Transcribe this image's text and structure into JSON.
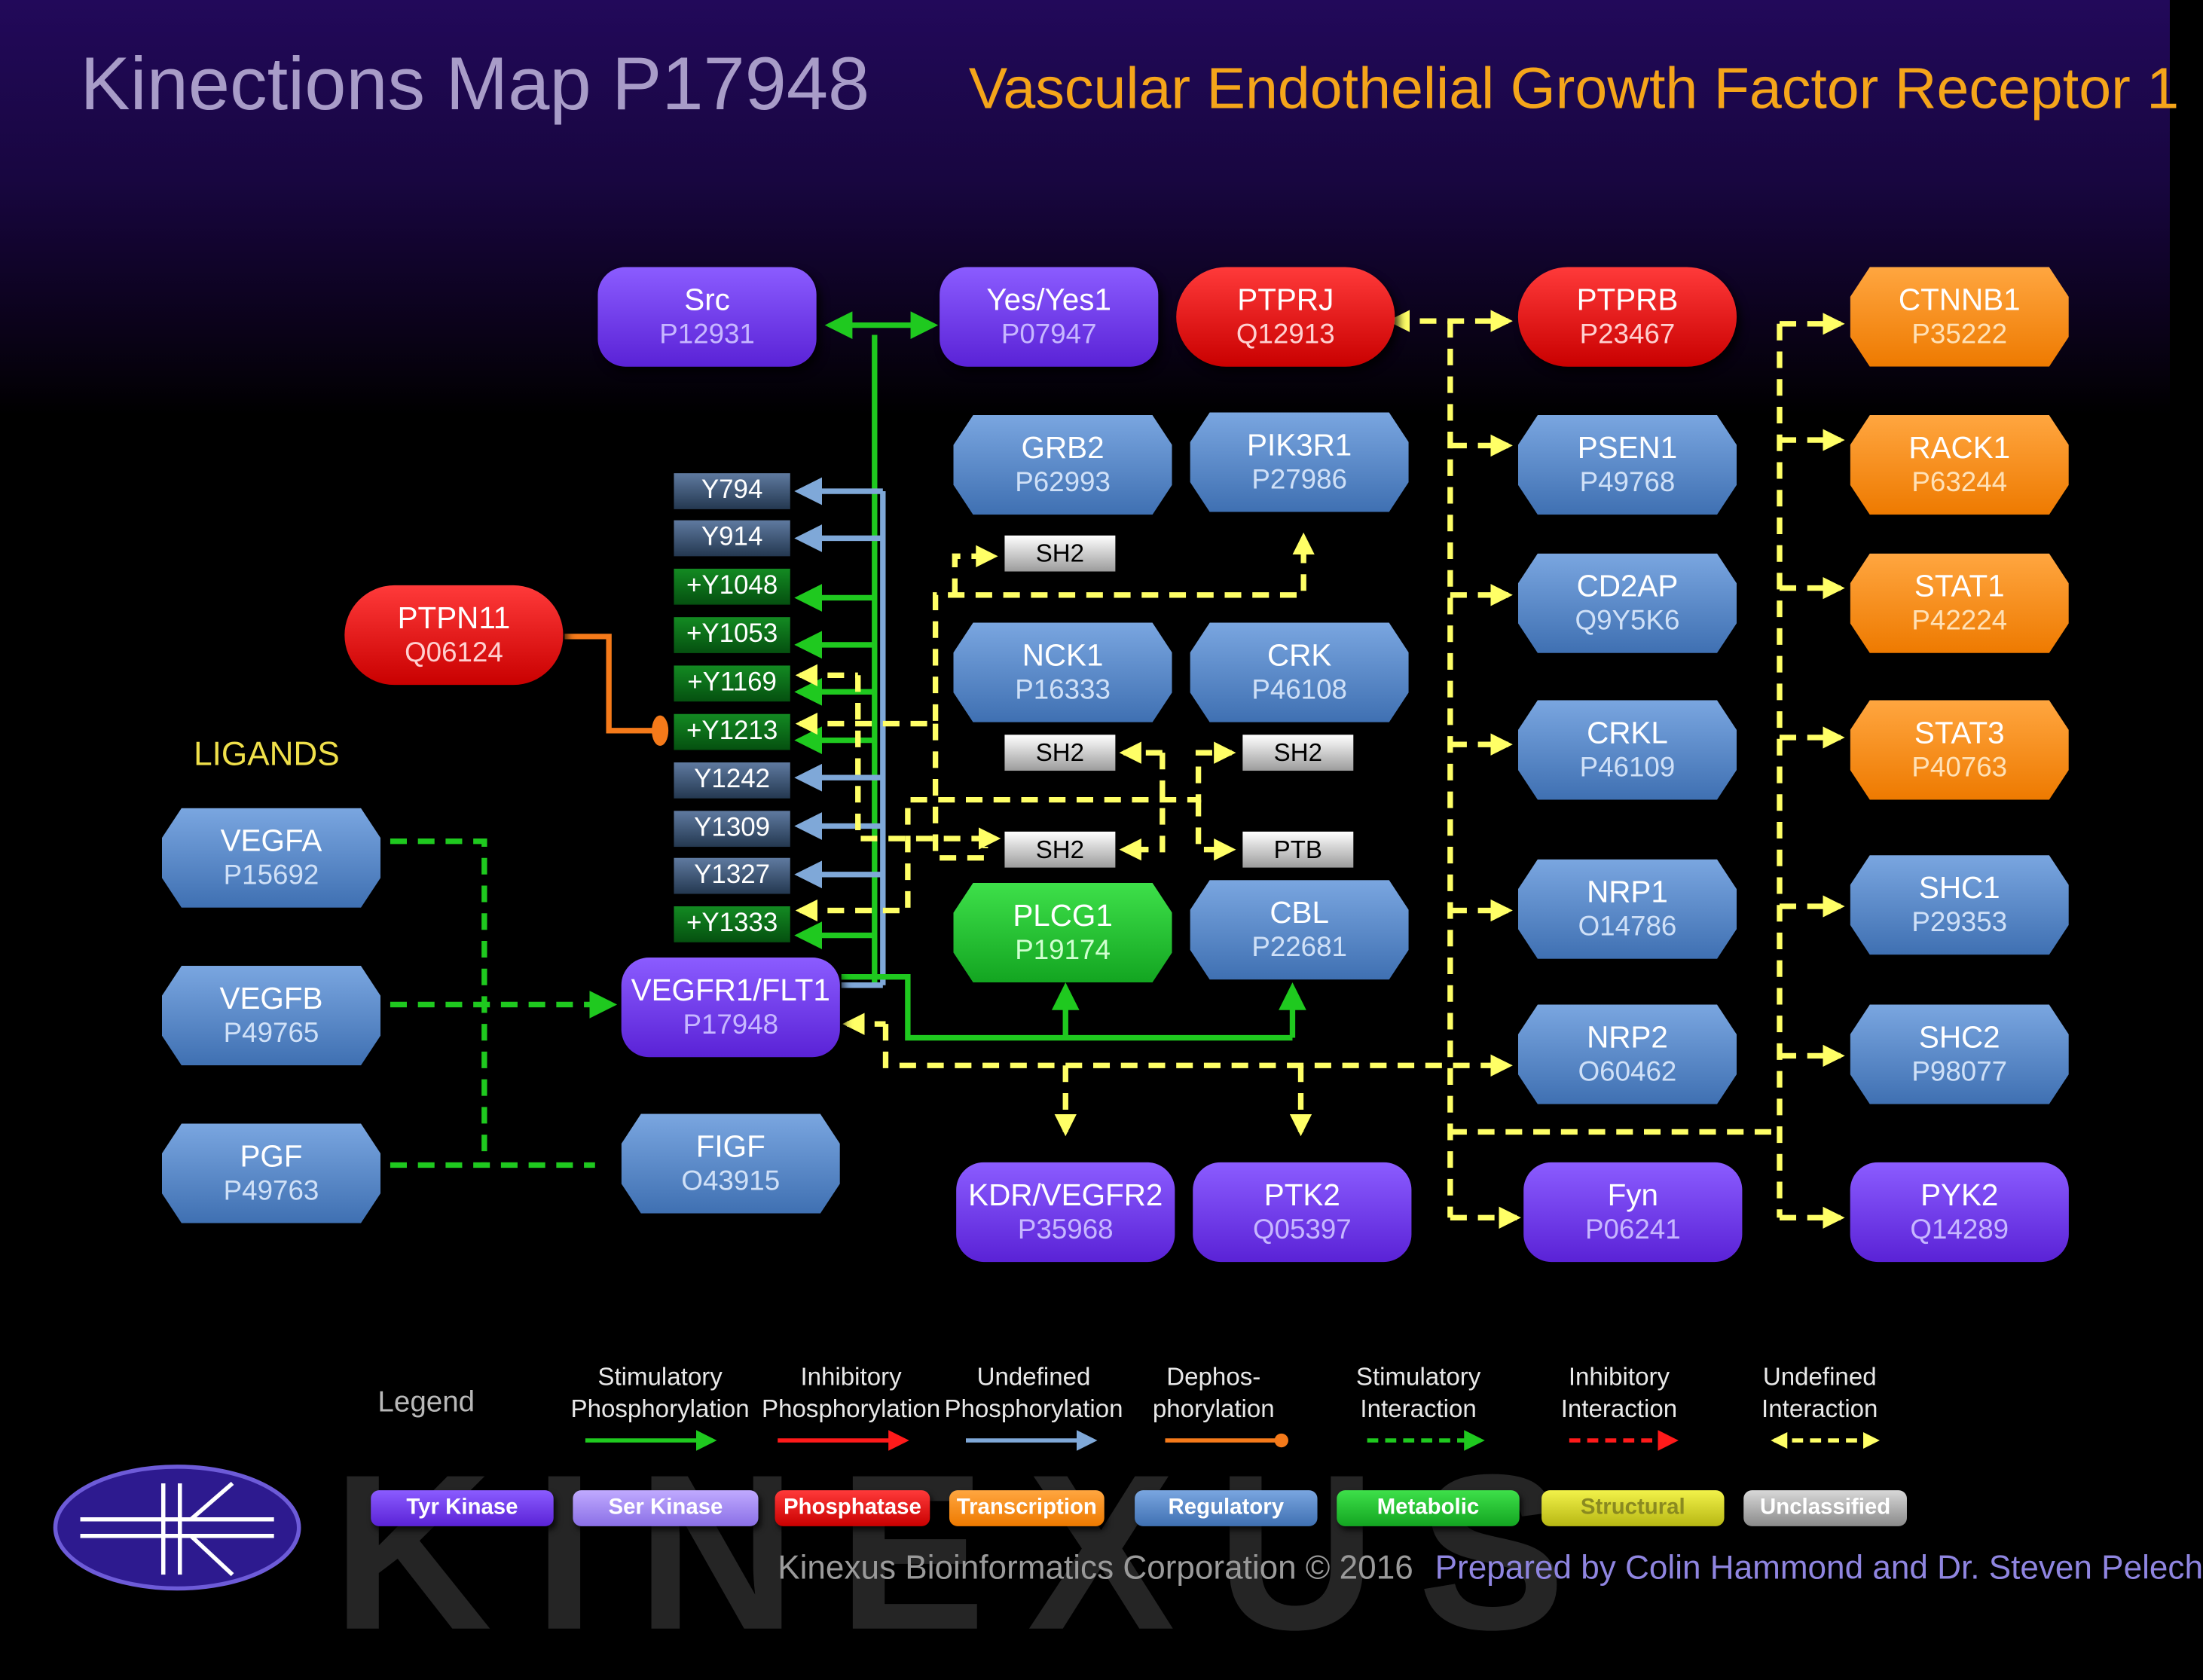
{
  "header": {
    "title": "Kinections Map P17948",
    "subtitle": "Vascular Endothelial Growth Factor Receptor 1"
  },
  "ligands_label": "LIGANDS",
  "nodes": {
    "src": {
      "name": "Src",
      "id": "P12931",
      "class": "Tyr Kinase"
    },
    "yes": {
      "name": "Yes/Yes1",
      "id": "P07947",
      "class": "Tyr Kinase"
    },
    "ptprj": {
      "name": "PTPRJ",
      "id": "Q12913",
      "class": "Phosphatase"
    },
    "ptprb": {
      "name": "PTPRB",
      "id": "P23467",
      "class": "Phosphatase"
    },
    "ctnnb1": {
      "name": "CTNNB1",
      "id": "P35222",
      "class": "Transcription"
    },
    "grb2": {
      "name": "GRB2",
      "id": "P62993",
      "class": "Regulatory"
    },
    "pik3r1": {
      "name": "PIK3R1",
      "id": "P27986",
      "class": "Regulatory"
    },
    "psen1": {
      "name": "PSEN1",
      "id": "P49768",
      "class": "Regulatory"
    },
    "rack1": {
      "name": "RACK1",
      "id": "P63244",
      "class": "Transcription"
    },
    "ptpn11": {
      "name": "PTPN11",
      "id": "Q06124",
      "class": "Phosphatase"
    },
    "cd2ap": {
      "name": "CD2AP",
      "id": "Q9Y5K6",
      "class": "Regulatory"
    },
    "stat1": {
      "name": "STAT1",
      "id": "P42224",
      "class": "Transcription"
    },
    "nck1": {
      "name": "NCK1",
      "id": "P16333",
      "class": "Regulatory"
    },
    "crk": {
      "name": "CRK",
      "id": "P46108",
      "class": "Regulatory"
    },
    "crkl": {
      "name": "CRKL",
      "id": "P46109",
      "class": "Regulatory"
    },
    "stat3": {
      "name": "STAT3",
      "id": "P40763",
      "class": "Transcription"
    },
    "vegfa": {
      "name": "VEGFA",
      "id": "P15692",
      "class": "Regulatory"
    },
    "nrp1": {
      "name": "NRP1",
      "id": "O14786",
      "class": "Regulatory"
    },
    "shc1": {
      "name": "SHC1",
      "id": "P29353",
      "class": "Regulatory"
    },
    "plcg1": {
      "name": "PLCG1",
      "id": "P19174",
      "class": "Metabolic"
    },
    "cbl": {
      "name": "CBL",
      "id": "P22681",
      "class": "Regulatory"
    },
    "vegfb": {
      "name": "VEGFB",
      "id": "P49765",
      "class": "Regulatory"
    },
    "vegfr1": {
      "name": "VEGFR1/FLT1",
      "id": "P17948",
      "class": "Tyr Kinase"
    },
    "nrp2": {
      "name": "NRP2",
      "id": "O60462",
      "class": "Regulatory"
    },
    "shc2": {
      "name": "SHC2",
      "id": "P98077",
      "class": "Regulatory"
    },
    "pgf": {
      "name": "PGF",
      "id": "P49763",
      "class": "Regulatory"
    },
    "figf": {
      "name": "FIGF",
      "id": "O43915",
      "class": "Regulatory"
    },
    "kdr": {
      "name": "KDR/VEGFR2",
      "id": "P35968",
      "class": "Tyr Kinase"
    },
    "ptk2": {
      "name": "PTK2",
      "id": "Q05397",
      "class": "Tyr Kinase"
    },
    "fyn": {
      "name": "Fyn",
      "id": "P06241",
      "class": "Tyr Kinase"
    },
    "pyk2": {
      "name": "PYK2",
      "id": "Q14289",
      "class": "Tyr Kinase"
    }
  },
  "sites": [
    "Y794",
    "Y914",
    "+Y1048",
    "+Y1053",
    "+Y1169",
    "+Y1213",
    "Y1242",
    "Y1309",
    "Y1327",
    "+Y1333"
  ],
  "domains": {
    "sh2_a": "SH2",
    "sh2_b": "SH2",
    "sh2_c": "SH2",
    "sh2_d": "SH2",
    "ptb": "PTB"
  },
  "legend": {
    "title": "Legend",
    "items": [
      "Stimulatory Phosphorylation",
      "Inhibitory Phosphorylation",
      "Undefined Phosphorylation",
      "Dephos-phorylation",
      "Stimulatory Interaction",
      "Inhibitory Interaction",
      "Undefined Interaction"
    ],
    "classes": [
      "Tyr Kinase",
      "Ser Kinase",
      "Phosphatase",
      "Transcription",
      "Regulatory",
      "Metabolic",
      "Structural",
      "Unclassified"
    ],
    "colors": {
      "stim_phos": "#1fc91f",
      "inhib_phos": "#ff1a1a",
      "undef_phos": "#7fa8d8",
      "dephos": "#f57a1a",
      "stim_int": "#1fc91f",
      "inhib_int": "#ff1a1a",
      "undef_int": "#ffff66"
    }
  },
  "footer": {
    "company": "Kinexus Bioinformatics Corporation © 2016",
    "credit": "Prepared by Colin Hammond and Dr. Steven Pelech"
  },
  "watermark": "KINEXUS"
}
